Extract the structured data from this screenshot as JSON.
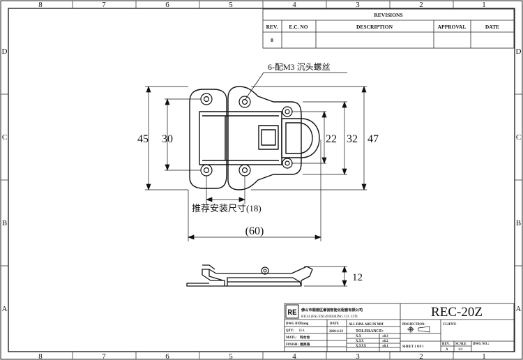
{
  "border": {
    "top_numbers": [
      "8",
      "7",
      "6",
      "5",
      "4",
      "3",
      "2",
      "1"
    ],
    "bottom_numbers": [
      "8",
      "7",
      "6",
      "5",
      "4",
      "3",
      "2",
      "1"
    ],
    "left_letters": [
      "D",
      "C",
      "B",
      "A"
    ],
    "right_letters": [
      "D",
      "C",
      "B",
      "A"
    ]
  },
  "revisions": {
    "title": "REVISIONS",
    "headers": [
      "REV.",
      "E.C. NO",
      "DESCRIPTION",
      "APPROVAL",
      "DATE"
    ],
    "rows": [
      [
        "0",
        "",
        "",
        "",
        ""
      ]
    ]
  },
  "annotations": {
    "screw_note": "6-配M3 沉头螺丝",
    "mount_note": "推荐安装尺寸(18)"
  },
  "dimensions": {
    "left_outer": "45",
    "left_inner": "30",
    "right_22": "22",
    "right_32": "32",
    "right_47": "47",
    "bottom_width": "(60)",
    "side_height": "12"
  },
  "title_block": {
    "logo": "RE",
    "company_cn": "佛山市顺德区睿驰智能化配套有限公司",
    "company_en": "RICH (FA) ENGINEERING CO. LTD.",
    "drawing_number": "REC-20Z",
    "dwg_by_label": "DWG BY:",
    "dwg_by_value": "Zhang",
    "date_label": "DATE",
    "date_value": "2020-4-23",
    "units_note": "ALL DIM. ARE IN MM",
    "qty_label": "QTY:",
    "qty_value": "1EA",
    "tolerance_label": "TOLERANCE:",
    "matl_label": "MATL:",
    "matl_value": "锌合金",
    "finish_label": "FINISH:",
    "finish_value": "镀亮铬",
    "tolerances": [
      [
        "X.X",
        "±0.3"
      ],
      [
        "X.XX",
        "±0.2"
      ],
      [
        "X.XXX",
        "±0.1"
      ]
    ],
    "projection_label": "PROJECTION:",
    "client_label": "CLIENT:",
    "sheet_label": "SHEET 1 OF 1",
    "rev_label": "REV.",
    "rev_value": "A",
    "scale_label": "SCALE",
    "scale_value": "1:1",
    "dwg_no_label": "DWG NO.:"
  }
}
